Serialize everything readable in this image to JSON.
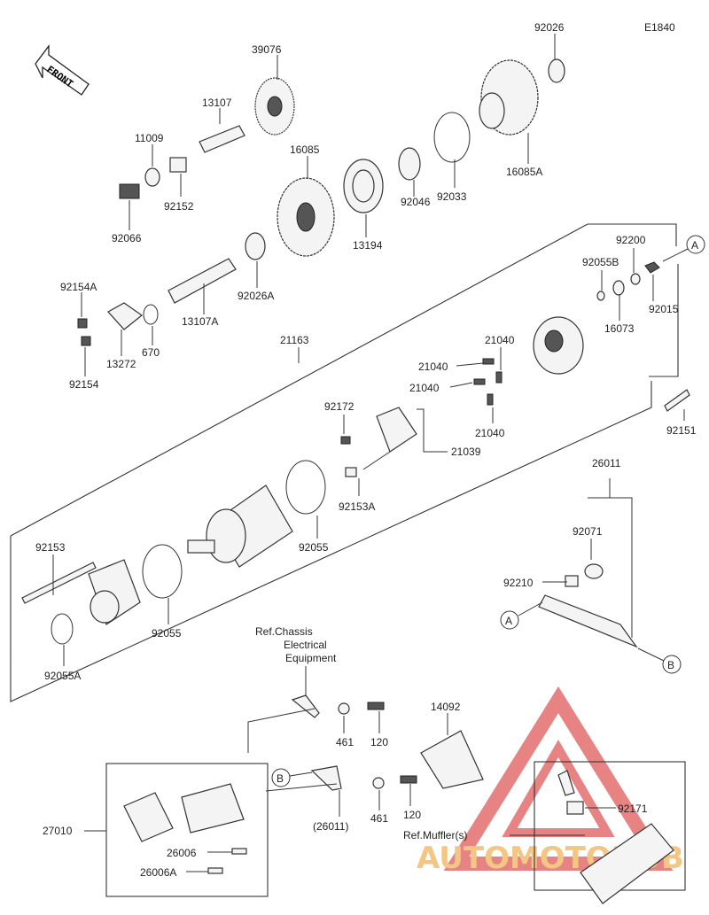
{
  "diagram_code": "E1840",
  "front_label": "FRONT",
  "ref_chassis": [
    "Ref.Chassis",
    "Electrical",
    "Equipment"
  ],
  "ref_muffler": "Ref.Muffler(s)",
  "callouts": {
    "a": "A",
    "b": "B"
  },
  "watermark": "AUTOMOTOHUB",
  "parts": {
    "p92026": "92026",
    "p39076": "39076",
    "p13107": "13107",
    "p11009": "11009",
    "p92152": "92152",
    "p92066": "92066",
    "p16085": "16085",
    "p13194": "13194",
    "p92046": "92046",
    "p92033": "92033",
    "p16085A": "16085A",
    "p92026A": "92026A",
    "p13107A": "13107A",
    "p92154A": "92154A",
    "p13272": "13272",
    "p670": "670",
    "p92154": "92154",
    "p21163": "21163",
    "p92200": "92200",
    "p92055B": "92055B",
    "p92015": "92015",
    "p16073": "16073",
    "p21040": "21040",
    "p92172": "92172",
    "p21039": "21039",
    "p92153A": "92153A",
    "p92151": "92151",
    "p26011": "26011",
    "p92071": "92071",
    "p92210": "92210",
    "p92153": "92153",
    "p92055": "92055",
    "p92055A": "92055A",
    "p461": "461",
    "p120": "120",
    "p14092": "14092",
    "p26011b": "(26011)",
    "p92171": "92171",
    "p27010": "27010",
    "p26006": "26006",
    "p26006A": "26006A"
  }
}
